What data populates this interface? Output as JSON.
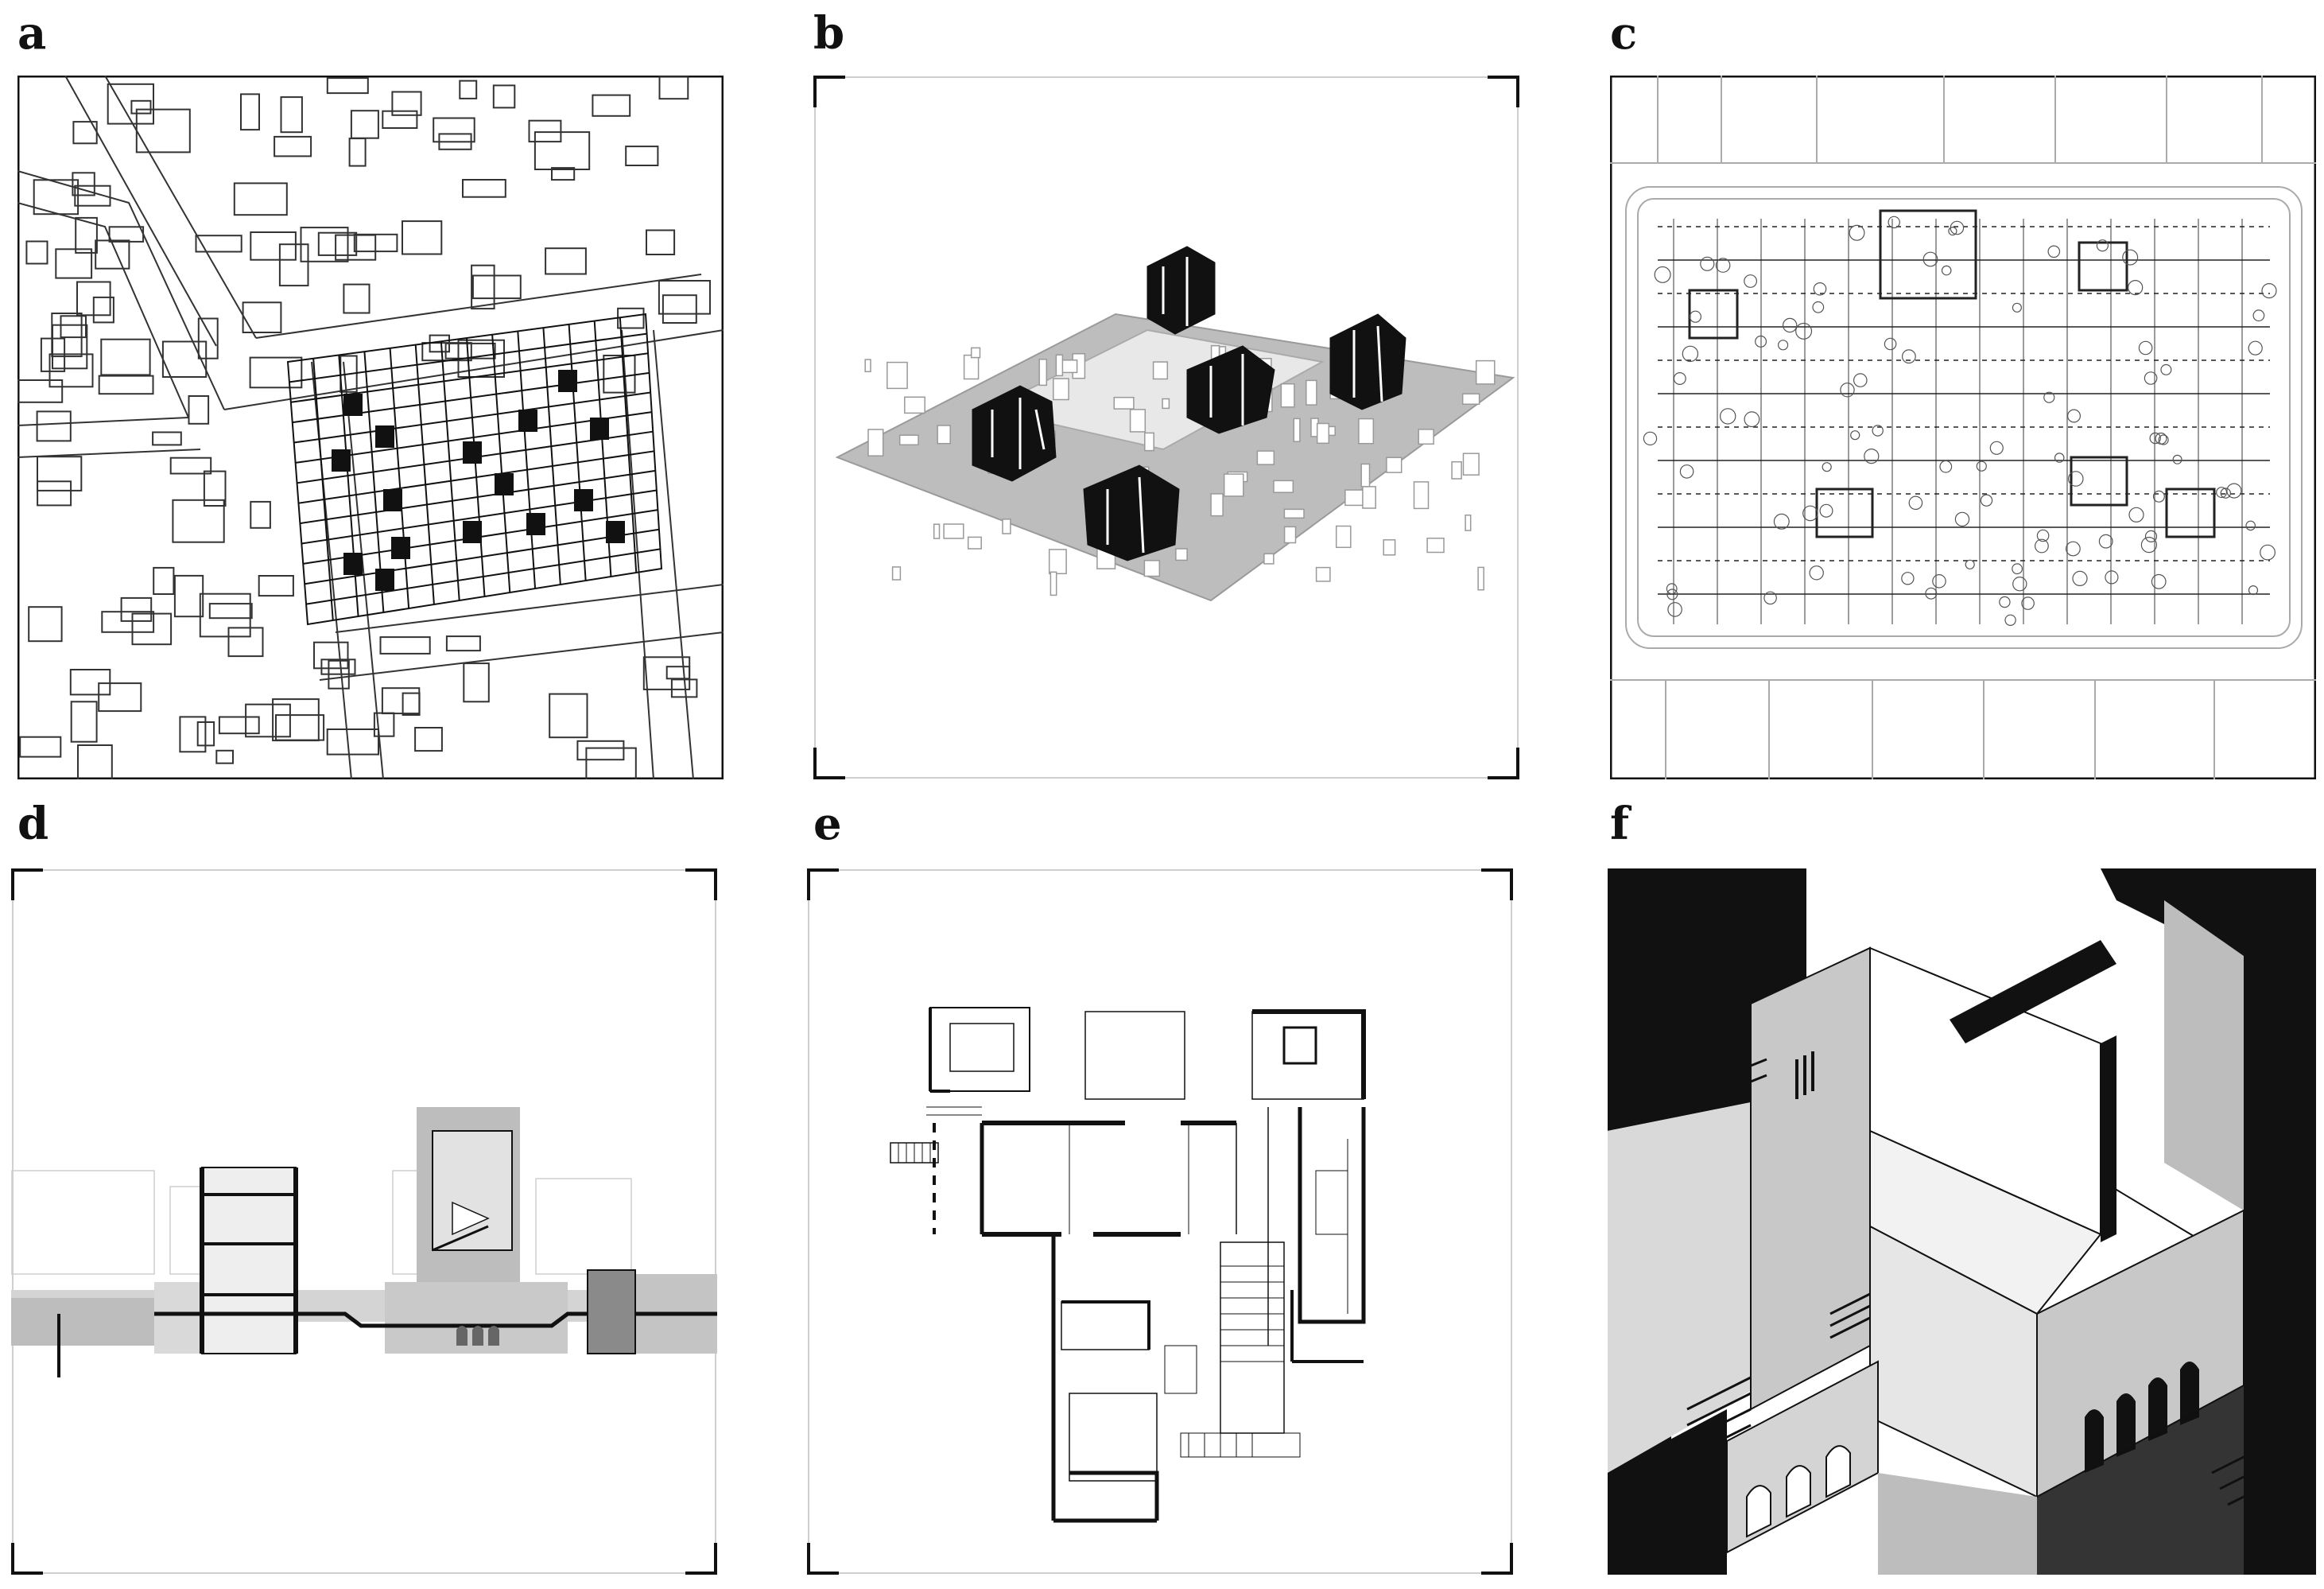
{
  "figure": {
    "panels": [
      {
        "label": "a",
        "kind": "urban-site-plan"
      },
      {
        "label": "b",
        "kind": "axonometric-site-model"
      },
      {
        "label": "c",
        "kind": "detailed-site-plan"
      },
      {
        "label": "d",
        "kind": "section-elevation"
      },
      {
        "label": "e",
        "kind": "floor-plan"
      },
      {
        "label": "f",
        "kind": "axonometric-detail"
      }
    ]
  },
  "colors": {
    "ink": "#111111",
    "gray": "#bdbdbd",
    "light_gray": "#d9d9d9",
    "frame": "#cfcfcf"
  }
}
